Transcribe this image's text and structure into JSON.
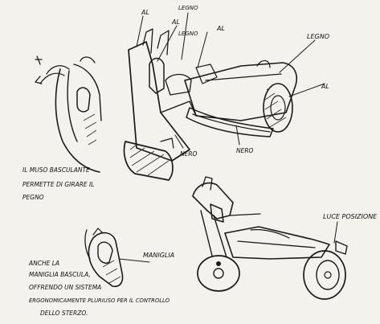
{
  "labels": {
    "legno_top": "LEGNO",
    "al_1": "AL",
    "al_2": "AL",
    "legno_mid": "LEGNO",
    "al_3": "AL",
    "legno_right": "LEGNO",
    "al_4": "AL",
    "nero_1": "NERO",
    "nero_2": "NERO",
    "maniglia": "MANIGLIA",
    "luce_posizione": "LUCE POSIZIONE"
  },
  "notes": {
    "muso_line1": "IL MUSO BASCULANTE",
    "muso_line2": "PERMETTE DI GIRARE IL",
    "muso_line3": "PEGNO",
    "maniglia_line1": "ANCHE LA",
    "maniglia_line2": "MANIGLIA BASCULA,",
    "maniglia_line3": "OFFRENDO UN SISTEMA",
    "maniglia_line4": "ERGONOMICAMENTE PLURIUSO PER IL CONTROLLO",
    "maniglia_line5": "DELLO STERZO."
  }
}
